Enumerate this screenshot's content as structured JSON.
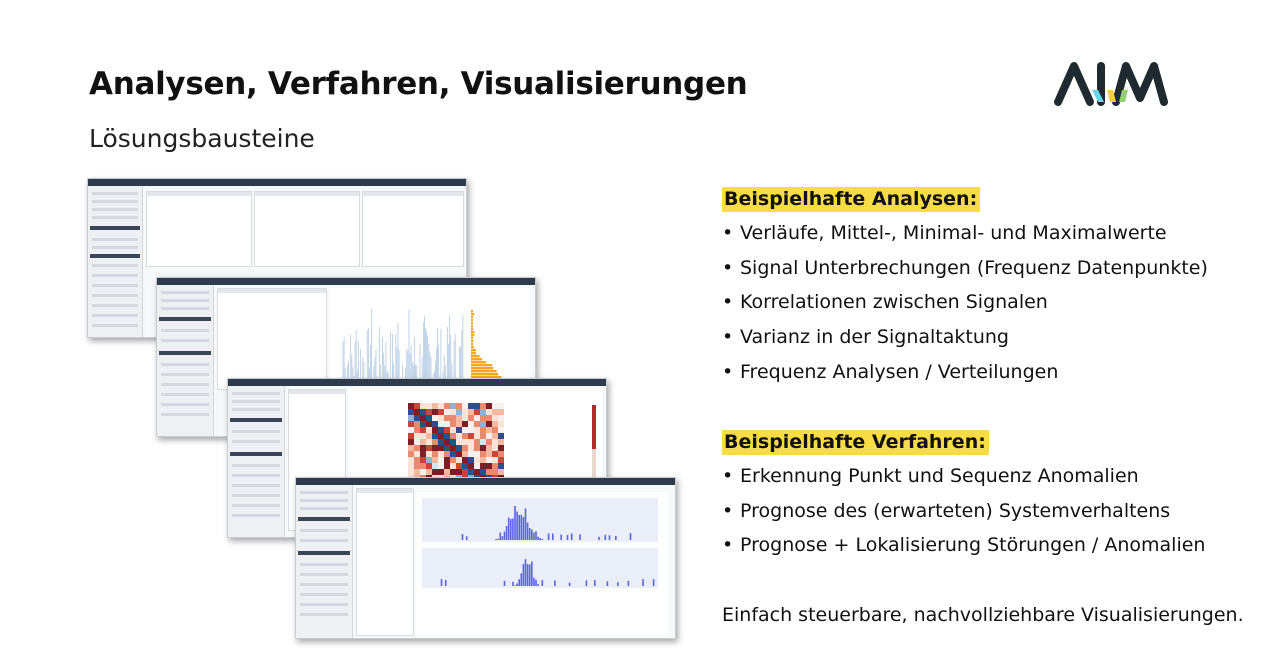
{
  "slide": {
    "title": "Analysen, Verfahren, Visualisierungen",
    "subtitle": "Lösungsbausteine",
    "logo_text": "AIM"
  },
  "analyses": {
    "heading": "Beispielhafte Analysen:",
    "items": [
      "Verläufe, Mittel-, Minimal- und Maximalwerte",
      "Signal Unterbrechungen (Frequenz Datenpunkte)",
      "Korrelationen zwischen Signalen",
      "Varianz in der Signaltaktung",
      "Frequenz Analysen / Verteilungen"
    ]
  },
  "methods": {
    "heading": "Beispielhafte Verfahren:",
    "items": [
      "Erkennung Punkt und Sequenz Anomalien",
      "Prognose des (erwarteten) Systemverhaltens",
      "Prognose + Lokalisierung Störungen / Anomalien"
    ]
  },
  "footer": "Einfach steuerbare, nachvollziehbare Visualisierungen.",
  "colors": {
    "highlight": "#f7dc45",
    "logo_dark": "#1f2a30",
    "logo_cyan": "#6fd3e8",
    "logo_yellow": "#f2d23a",
    "logo_green": "#8fd16a",
    "app_bar": "#2d3b4c",
    "timeseries": "#a9c4e0",
    "histogram_orange": "#f5a623",
    "histogram_blue": "#5a63e0"
  }
}
